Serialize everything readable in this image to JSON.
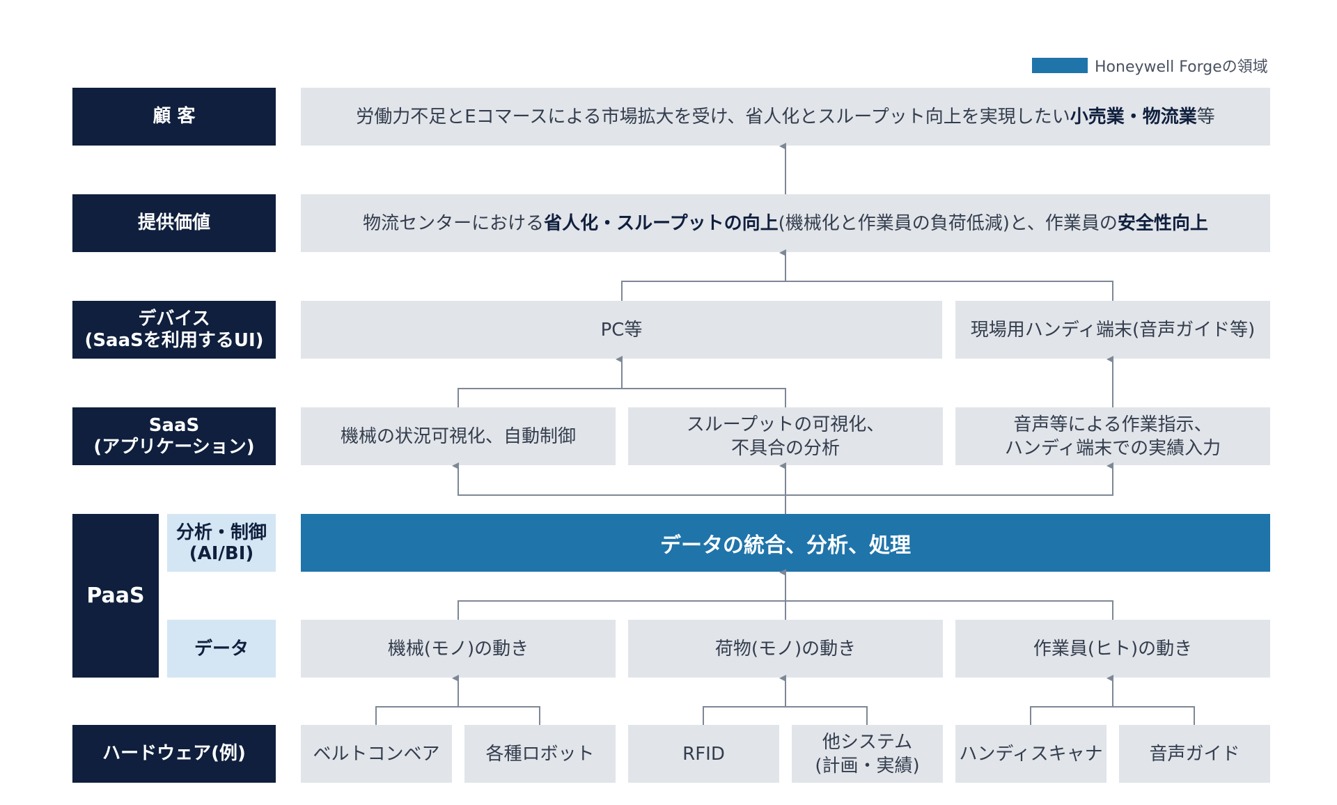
{
  "legend": {
    "label": "Honeywell Forgeの領域",
    "color": "#1f74aa"
  },
  "rows": {
    "customer": {
      "label": "顧 客",
      "text_pre": "労働力不足とEコマースによる市場拡大を受け、省人化とスループット向上を実現したい",
      "text_bold": "小売業・物流業",
      "text_post": "等"
    },
    "value": {
      "label": "提供価値",
      "text_1": "物流センターにおける",
      "text_2_bold": "省人化・スループットの向上",
      "text_3": "(機械化と作業員の負荷低減)と、作業員の",
      "text_4_bold": "安全性向上"
    },
    "device": {
      "label": "デバイス\n(SaaSを利用するUI)",
      "items": [
        "PC等",
        "現場用ハンディ端末(音声ガイド等)"
      ]
    },
    "saas": {
      "label": "SaaS\n(アプリケーション)",
      "items": [
        "機械の状況可視化、自動制御",
        "スループットの可視化、\n不具合の分析",
        "音声等による作業指示、\nハンディ端末での実績入力"
      ]
    },
    "paas": {
      "label": "PaaS",
      "analysis_label": "分析・制御\n(AI/BI)",
      "analysis_text": "データの統合、分析、処理",
      "data_label": "データ",
      "data_items": [
        "機械(モノ)の動き",
        "荷物(モノ)の動き",
        "作業員(ヒト)の動き"
      ]
    },
    "hardware": {
      "label": "ハードウェア(例)",
      "items": [
        "ベルトコンベア",
        "各種ロボット",
        "RFID",
        "他システム\n(計画・実績)",
        "ハンディスキャナ",
        "音声ガイド"
      ]
    }
  },
  "colors": {
    "navy": "#0f1f3d",
    "grey_box": "#e1e4e9",
    "light_blue": "#d4e6f3",
    "connector": "#7d8796"
  }
}
